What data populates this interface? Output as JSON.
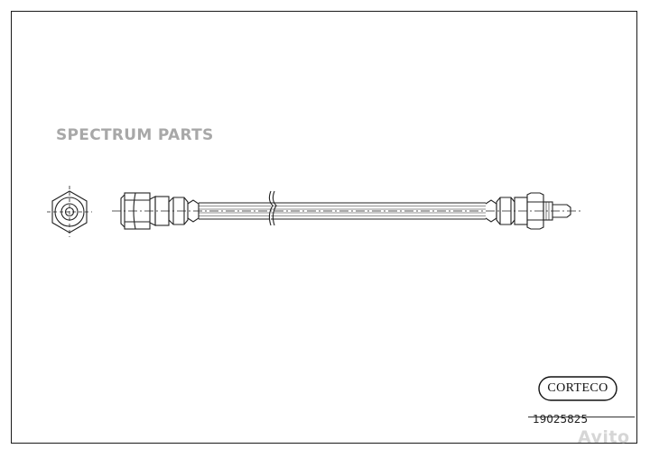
{
  "watermark": "SPECTRUM PARTS",
  "brand_logo": "CORTECO",
  "part_number": "19025825",
  "site_mark": "Avito"
}
